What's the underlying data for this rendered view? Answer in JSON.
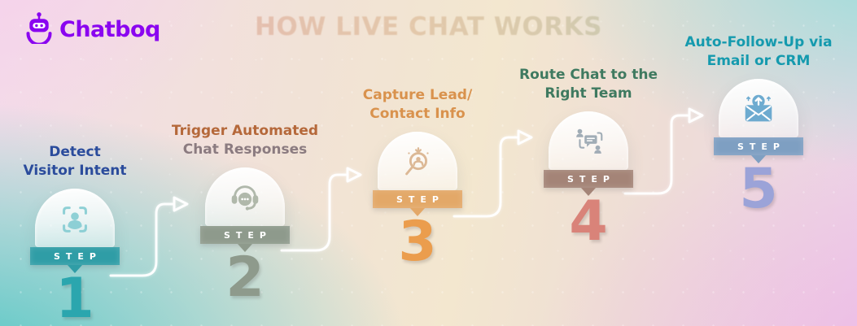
{
  "logo": {
    "name": "Chatboq",
    "brand_color": "#8a05f0",
    "icon": "robot-icon"
  },
  "title": {
    "text": "HOW LIVE CHAT WORKS",
    "colors": [
      "#de8f8d",
      "#d8b18b",
      "#93bfa0"
    ]
  },
  "step_word": "STEP",
  "steps": [
    {
      "number": "1",
      "label_lines": [
        "Detect",
        "Visitor Intent"
      ],
      "icon": "person-scan-icon",
      "colors": {
        "label": [
          "#2b4c9c",
          "#2b4c9c"
        ],
        "banner": "#2f9da6",
        "number": "#2ba6ae",
        "icon": "#84ccd2"
      }
    },
    {
      "number": "2",
      "label_lines": [
        "Trigger Automated",
        "Chat Responses"
      ],
      "icon": "support-headset-icon",
      "colors": {
        "label": [
          "#b5683a",
          "#8b7b80"
        ],
        "banner": "#8e9a8c",
        "number": "#8e9a8c",
        "icon": "#a9b2a3"
      }
    },
    {
      "number": "3",
      "label_lines": [
        "Capture Lead/",
        "Contact Info"
      ],
      "icon": "lead-magnifier-icon",
      "colors": {
        "label": [
          "#d9924d",
          "#d9924d"
        ],
        "banner": "#e3a868",
        "number": "#eb9d4d",
        "icon": "#d9b28c"
      }
    },
    {
      "number": "4",
      "label_lines": [
        "Route Chat to the",
        "Right Team"
      ],
      "icon": "chat-routing-icon",
      "colors": {
        "label": [
          "#3f7a60",
          "#3f7a60"
        ],
        "banner": "#a48477",
        "number": "#d98379",
        "icon": "#98a5b0"
      }
    },
    {
      "number": "5",
      "label_lines": [
        "Auto-Follow-Up via",
        "Email or CRM"
      ],
      "icon": "email-followup-icon",
      "colors": {
        "label": [
          "#159aae",
          "#159aae"
        ],
        "banner": "#7e9fc2",
        "number": "#9ba3d8",
        "icon": "#5fa3cc"
      }
    }
  ]
}
